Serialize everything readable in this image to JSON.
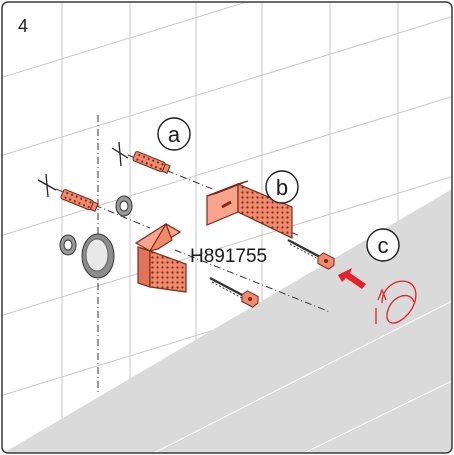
{
  "step_number": "4",
  "part_number": "H891755",
  "callouts": {
    "a": "a",
    "b": "b",
    "c": "c"
  },
  "colors": {
    "frame": "#3a3a3a",
    "tile_grid": "#c8c8c8",
    "floor": "#dadada",
    "bracket": "#f08a6c",
    "bracket_edge": "#7a2a18",
    "arrow": "#e4202a",
    "rotation": "#e4202a"
  },
  "icons": [
    "dowel-anchor-icon",
    "washer-icon",
    "screw-icon",
    "push-arrow-icon",
    "rotation-icon"
  ]
}
